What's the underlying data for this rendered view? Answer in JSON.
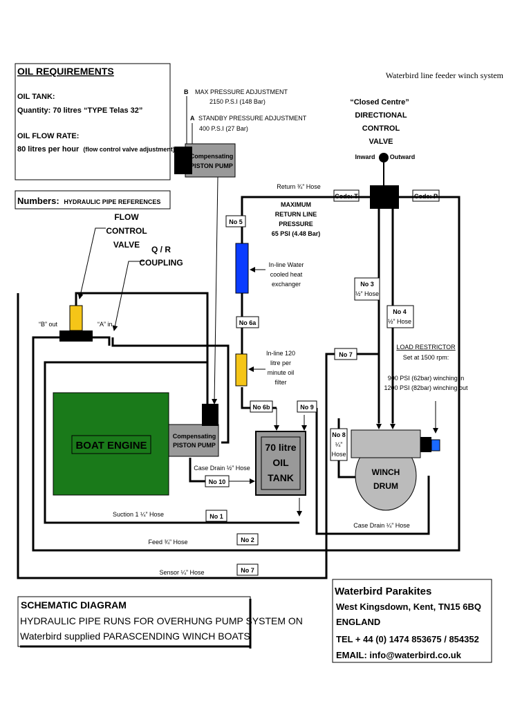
{
  "header_note": "Waterbird line feeder winch system",
  "oil_requirements": {
    "title": "OIL REQUIREMENTS",
    "tank_label": "OIL TANK:",
    "quantity": "Quantity: 70 litres “TYPE Telas 32”",
    "flow_label": "OIL FLOW RATE:",
    "flow_value": "80 litres per hour",
    "flow_note": "(flow control valve adjustment)"
  },
  "numbers_box": {
    "label": "Numbers:",
    "text": "HYDRAULIC PIPE REFERENCES"
  },
  "top_pump": {
    "b_letter": "B",
    "b_text": "MAX PRESSURE ADJUSTMENT",
    "b_value": "2150 P.S.I (148 Bar)",
    "a_letter": "A",
    "a_text": "STANDBY PRESSURE ADJUSTMENT",
    "a_value": "400 P.S.I (27 Bar)",
    "line1": "Compensating",
    "line2": "PISTON PUMP"
  },
  "valve": {
    "lines": [
      "“Closed Centre”",
      "DIRECTIONAL",
      "CONTROL",
      "VALVE"
    ],
    "inward": "Inward",
    "outward": "Outward",
    "code_t": "Code: T",
    "code_p": "Code: P"
  },
  "return_hose": "Return ¾” Hose",
  "max_return": [
    "MAXIMUM",
    "RETURN LINE",
    "PRESSURE",
    "65 PSI (4.48 Bar)"
  ],
  "flow_control": [
    "FLOW",
    "CONTROL",
    "VALVE"
  ],
  "qr_coupling": [
    "Q / R",
    "COUPLING"
  ],
  "b_out": "“B” out",
  "a_in": "“A” in",
  "heat_exchanger": [
    "In-line Water",
    "cooled heat",
    "exchanger"
  ],
  "filter": [
    "In-line 120",
    "litre per",
    "minute oil",
    "filter"
  ],
  "load_restrictor": {
    "title": "LOAD RESTRICTOR",
    "set": "Set at 1500 rpm:",
    "l1": "900 PSI (62bar) winching in",
    "l2": "1200 PSI (82bar) winching out"
  },
  "pipe_labels": {
    "no5": "No 5",
    "no6a": "No 6a",
    "no6b": "No 6b",
    "no9": "No 9",
    "no7a": "No 7",
    "no3": "No 3",
    "no3_hose": "½” Hose",
    "no4": "No 4",
    "no4_hose": "½” Hose",
    "no8": "No 8",
    "no8_frac": "¼”",
    "no8_hose": "Hose",
    "no10": "No 10",
    "no1": "No 1",
    "no2": "No 2",
    "no7b": "No 7"
  },
  "hose_labels": {
    "case_drain_half": "Case Drain ½” Hose",
    "suction": "Suction 1 ¼” Hose",
    "feed": "Feed ¾” Hose",
    "sensor": "Sensor ¼” Hose",
    "case_drain_quarter": "Case Drain ¼” Hose"
  },
  "engine": "BOAT ENGINE",
  "engine_pump": {
    "line1": "Compensating",
    "line2": "PISTON PUMP"
  },
  "tank": [
    "70 litre",
    "OIL",
    "TANK"
  ],
  "winch": [
    "WINCH",
    "DRUM"
  ],
  "schematic": {
    "title": "SCHEMATIC DIAGRAM",
    "line1": "HYDRAULIC PIPE RUNS FOR OVERHUNG PUMP SYSTEM ON",
    "line2": "Waterbird supplied PARASCENDING WINCH BOATS"
  },
  "company": {
    "name": "Waterbird Parakites",
    "address": "West Kingsdown, Kent, TN15 6BQ",
    "country": "ENGLAND",
    "tel": "TEL + 44 (0) 1474 853675 / 854352",
    "email": "EMAIL: info@waterbird.co.uk"
  },
  "colors": {
    "engine": "#1a7a1a",
    "pump": "#999999",
    "valve": "#f5c518",
    "heat_exchanger": "#0a3cff",
    "tank": "#999999",
    "drum": "#bbbbbb",
    "restrictor": "#1a6aff"
  }
}
